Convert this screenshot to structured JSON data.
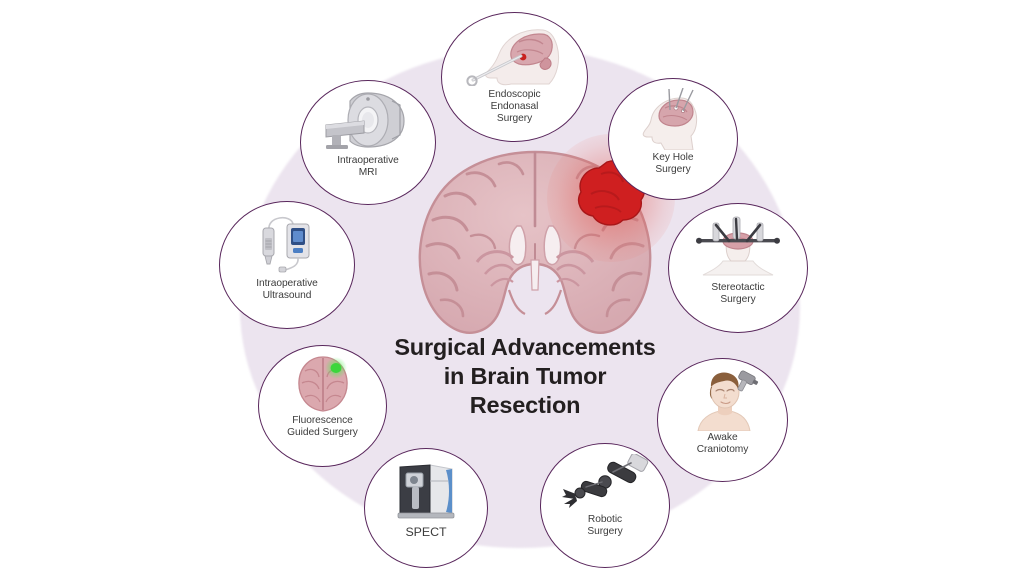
{
  "figure": {
    "title_lines": "Surgical Advancements\nin Brain Tumor\nResection",
    "center_illustration": "coronal-brain-cross-section-with-tumor",
    "tumor_label": "brain-tumor-mass"
  },
  "colors": {
    "node_border": "#59275c",
    "node_fill": "#ffffff",
    "backdrop": "#ece4ef",
    "label_text": "#3c3c3c",
    "title_text": "#231f20",
    "brain_tissue": "#dcb3b8",
    "brain_outline": "#c58f97",
    "tumor_red": "#cf1f20",
    "tumor_glow": "#e8574d",
    "fluorescence_green": "#3cd63c",
    "spect_blue": "#5b8fc9",
    "device_gray": "#b9b9bd",
    "robotic_dark": "#3b3b3f",
    "skin": "#f0ddd0",
    "hair_brown": "#8a5f3c"
  },
  "nodes": [
    {
      "id": "endonasal",
      "label": "Endoscopic\nEndonasal\nSurgery",
      "icon": "sagittal-head-endoscope-icon"
    },
    {
      "id": "keyhole",
      "label": "Key Hole\nSurgery",
      "icon": "head-profile-needles-icon"
    },
    {
      "id": "stereo",
      "label": "Stereotactic\nSurgery",
      "icon": "stereotactic-frame-icon"
    },
    {
      "id": "awake",
      "label": "Awake\nCraniotomy",
      "icon": "patient-face-drill-icon"
    },
    {
      "id": "robotic",
      "label": "Robotic\nSurgery",
      "icon": "robotic-arm-icon"
    },
    {
      "id": "spect",
      "label": "SPECT",
      "icon": "spect-scanner-icon"
    },
    {
      "id": "fluor",
      "label": "Fluorescence\nGuided Surgery",
      "icon": "brain-top-view-green-spot-icon"
    },
    {
      "id": "ius",
      "label": "Intraoperative\nUltrasound",
      "icon": "ultrasound-probe-monitor-icon"
    },
    {
      "id": "imri",
      "label": "Intraoperative\nMRI",
      "icon": "mri-scanner-icon"
    }
  ]
}
